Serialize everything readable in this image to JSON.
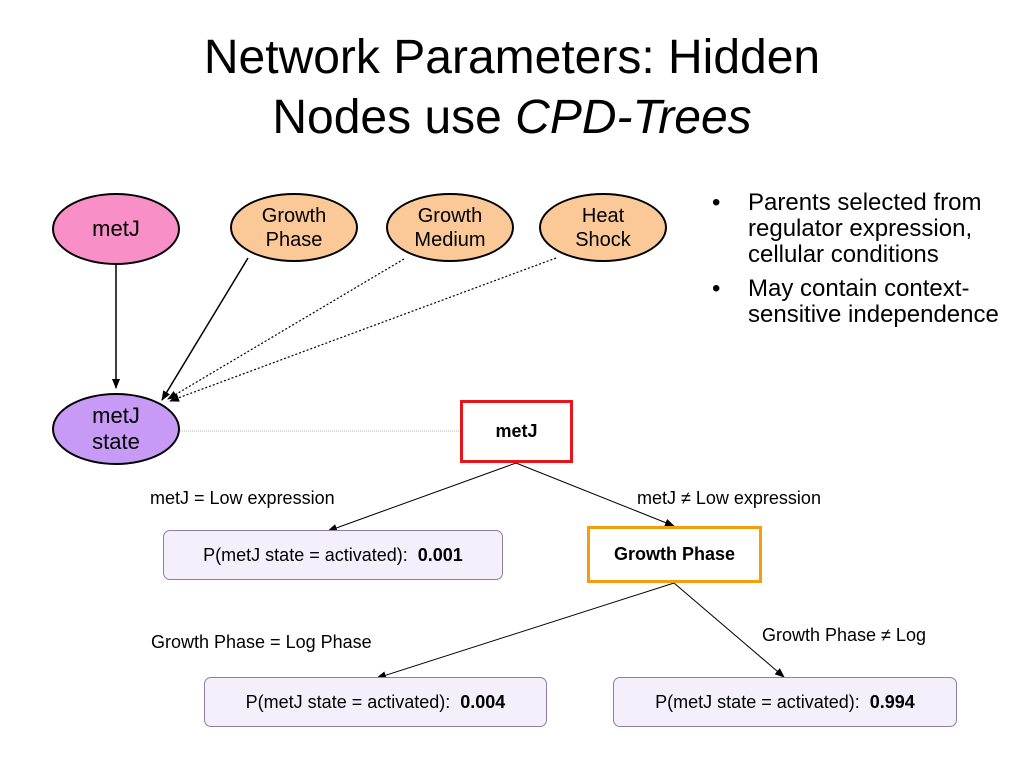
{
  "title": {
    "line1": "Network Parameters:  Hidden",
    "line2_plain": "Nodes use ",
    "line2_italic": "CPD-Trees"
  },
  "nodes": {
    "metj": "metJ",
    "growth_phase": [
      "Growth",
      "Phase"
    ],
    "growth_medium": [
      "Growth",
      "Medium"
    ],
    "heat_shock": [
      "Heat",
      "Shock"
    ],
    "metj_state": [
      "metJ",
      "state"
    ]
  },
  "bullets": [
    "Parents selected from regulator expression, cellular conditions",
    "May contain context-sensitive independence"
  ],
  "tree": {
    "root": "metJ",
    "root_left_label": "metJ = Low expression",
    "root_right_label": "metJ ≠ Low expression",
    "leaf1": {
      "text": "P(metJ state = activated):",
      "value": "0.001"
    },
    "split2": "Growth Phase",
    "split2_left_label": "Growth Phase = Log Phase",
    "split2_right_label": "Growth Phase ≠ Log",
    "leaf2": {
      "text": "P(metJ state = activated):",
      "value": "0.004"
    },
    "leaf3": {
      "text": "P(metJ state = activated):",
      "value": "0.994"
    }
  },
  "colors": {
    "regulator_node": "#f98fc7",
    "condition_node": "#fbc998",
    "hidden_node": "#c79af5",
    "root_split_border": "#e8141b",
    "second_split_border": "#f59d0d",
    "leaf_fill": "#f4effb"
  }
}
